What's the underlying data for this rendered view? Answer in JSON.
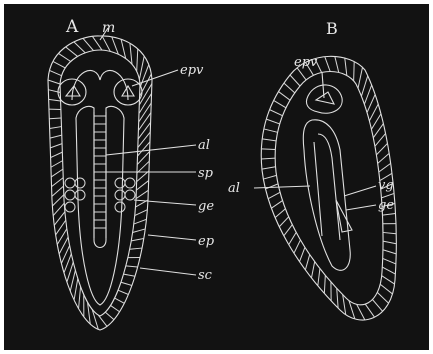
{
  "panels": {
    "A": {
      "letter": "A",
      "labels": {
        "m": "m",
        "epv": "epv",
        "al": "al",
        "sp": "sp",
        "ge": "ge",
        "ep": "ep",
        "sc": "sc"
      }
    },
    "B": {
      "letter": "B",
      "labels": {
        "epv": "epv",
        "al": "al",
        "vg": "vg",
        "ge": "ge"
      }
    }
  },
  "colors": {
    "background": "#121212",
    "lines": "#e0e0e0",
    "border": "#ffffff"
  }
}
